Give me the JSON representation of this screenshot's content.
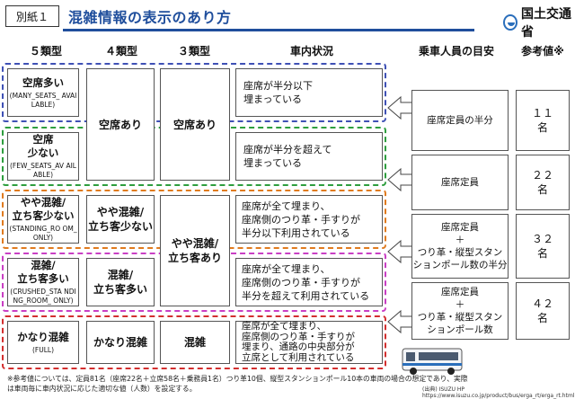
{
  "header": {
    "tag": "別紙１",
    "title": "混雑情報の表示のあり方",
    "org": "国土交通省",
    "org_icon": "mlit-logo-icon"
  },
  "columns": [
    "５類型",
    "４類型",
    "３類型",
    "車内状況",
    "乗車人員の目安",
    "参考値※"
  ],
  "five_types": [
    {
      "main": "空席多い",
      "code": "(MANY_SEATS_ AVAILABLE)",
      "color": "#3f51b5"
    },
    {
      "main": "空席\n少ない",
      "code": "(FEW_SEATS_AV AILABLE)",
      "color": "#2e9e3e"
    },
    {
      "main": "やや混雑/\n立ち客少ない",
      "code": "(STANDING_RO OM_ONLY)",
      "color": "#e07b1f"
    },
    {
      "main": "混雑/\n立ち客多い",
      "code": "(CRUSHED_STA NDING_ROOM_ ONLY)",
      "color": "#c93fc4"
    },
    {
      "main": "かなり混雑",
      "code": "(FULL)",
      "color": "#d32f2f"
    }
  ],
  "four_types": [
    "空席あり",
    "やや混雑/\n立ち客少ない",
    "混雑/\n立ち客多い",
    "かなり混雑"
  ],
  "three_types": [
    "空席あり",
    "やや混雑/\n立ち客あり",
    "混雑"
  ],
  "conditions": [
    "座席が半分以下\n埋まっている",
    "座席が半分を超えて\n埋まっている",
    "座席が全て埋まり、\n座席側のつり革・手すりが\n半分以下利用されている",
    "座席が全て埋まり、\n座席側のつり革・手すりが\n半分を超えて利用されている",
    "座席が全て埋まり、\n座席側のつり革・手すりが\n埋まり、通路の中央部分が\n立席として利用されている"
  ],
  "guides": [
    "座席定員の半分",
    "座席定員",
    "座席定員\n＋\nつり革・縦型スタン\nションポール数の半分",
    "座席定員\n＋\nつり革・縦型スタン\nションポール数"
  ],
  "refs": [
    "１１\n名",
    "２２\n名",
    "３２\n名",
    "４２\n名"
  ],
  "footnote": "※参考値については、定員81名（座席22名＋立席58名＋乗務員1名）つり革10個、縦型スタンションポール10本の車両の場合の想定であり、実際は車両毎に車内状況に応じた適切な値（人数）を設定する。",
  "source": "(出典) ISUZU HP https://www.isuzu.co.jp/product/bus/erga_rt/erga_rt.html",
  "image_caption": "bus-photo"
}
